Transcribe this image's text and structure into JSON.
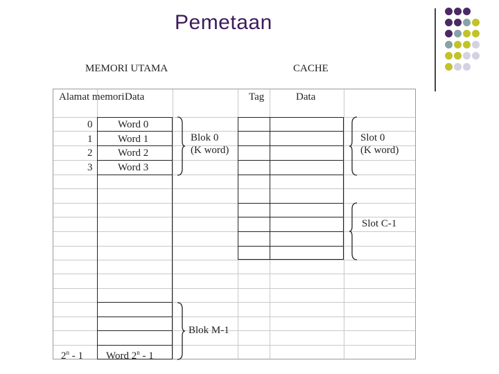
{
  "title": "Pemetaan",
  "main_memory": {
    "heading": "MEMORI UTAMA",
    "col_address": "Alamat memori",
    "col_data": "Data",
    "addresses": [
      "0",
      "1",
      "2",
      "3"
    ],
    "words": [
      "Word 0",
      "Word 1",
      "Word 2",
      "Word 3"
    ],
    "last_address_prefix": "2",
    "last_address_sup": "n",
    "last_address_suffix": "- 1",
    "last_word_prefix": "Word 2",
    "last_word_sup": "n",
    "last_word_suffix": "- 1",
    "block0_label": "Blok 0",
    "block0_sub": "(K word)",
    "blockM_label": "Blok M-1"
  },
  "cache": {
    "heading": "CACHE",
    "col_tag": "Tag",
    "col_data": "Data",
    "slot0_label": "Slot 0",
    "slot0_sub": "(K word)",
    "slotC_label": "Slot C-1"
  },
  "colors": {
    "title": "#3d1a5c",
    "dot_purple": "#4a2a63",
    "dot_teal": "#86a3a6",
    "dot_olive": "#c2c22a",
    "dot_lavender": "#d2d2e2"
  }
}
